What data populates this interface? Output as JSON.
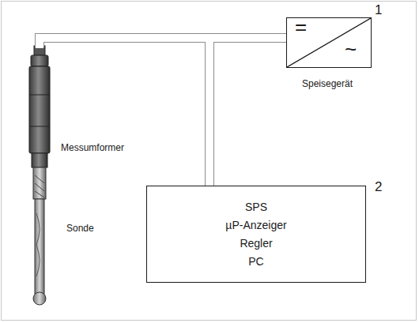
{
  "diagram": {
    "nodes": [
      {
        "text": [
          "Speisegerät"
        ]
      },
      {
        "text": [
          "SPS",
          "µP-Anzeiger",
          "Regler",
          "PC"
        ]
      }
    ],
    "edges": [
      {
        "from": 0,
        "to": 1,
        "arrow": "none"
      }
    ],
    "labels": [
      "1",
      "=",
      "~",
      "Messumformer",
      "Sonde",
      "2"
    ]
  }
}
